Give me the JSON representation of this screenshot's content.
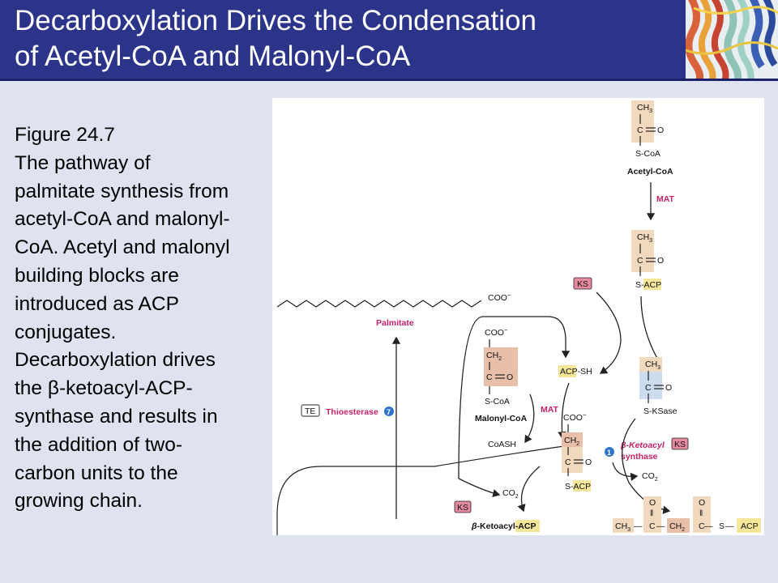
{
  "header": {
    "title_line1": "Decarboxylation Drives the Condensation",
    "title_line2": "of Acetyl-CoA and Malonyl-CoA"
  },
  "caption": {
    "lines": [
      "Figure 24.7",
      "The pathway of",
      "palmitate synthesis from",
      "acetyl-CoA and malonyl-",
      "CoA.  Acetyl and malonyl",
      "building blocks are",
      "introduced as ACP",
      "conjugates.",
      "Decarboxylation drives",
      "the β-ketoacyl-ACP-",
      "synthase and results in",
      "the addition of two-",
      "carbon units to the",
      "growing chain."
    ]
  },
  "diagram": {
    "acetyl_coa": {
      "ch3": "CH",
      "sub3": "3",
      "bar": "|",
      "co": "C",
      "eqo": "O",
      "s": "S-CoA",
      "name": "Acetyl-CoA"
    },
    "mat_top": "MAT",
    "acetyl_acp": {
      "ch3": "CH",
      "sub3": "3",
      "bar": "|",
      "co": "C",
      "eqo": "O",
      "s": "S-",
      "acp": "ACP"
    },
    "ks_top": "KS",
    "acetyl_ksase": {
      "ch3": "CH",
      "sub3": "3",
      "bar": "|",
      "co": "C",
      "eqo": "O",
      "s": "S-KSase"
    },
    "palmitate": {
      "coo": "COO",
      "minus": "−",
      "name": "Palmitate"
    },
    "malonyl_coa": {
      "coo": "COO",
      "minus": "−",
      "ch2": "CH",
      "sub2": "2",
      "bar": "|",
      "co": "C",
      "eqo": "O",
      "s": "S-CoA",
      "name": "Malonyl-CoA"
    },
    "acp_sh": {
      "acp": "ACP",
      "sh": "-SH"
    },
    "mat_mid": "MAT",
    "coash": "CoASH",
    "malonyl_acp": {
      "coo": "COO",
      "minus": "−",
      "ch2": "CH",
      "sub2": "2",
      "bar": "|",
      "co": "C",
      "eqo": "O",
      "s": "S-",
      "acp": "ACP"
    },
    "te": {
      "box": "TE",
      "name": "Thioesterase",
      "step": "7"
    },
    "ketoacyl_synthase": {
      "step": "1",
      "line1": "β-Ketoacyl",
      "line2": "synthase",
      "ks": "KS"
    },
    "co2_right": {
      "co": "CO",
      "sub": "2"
    },
    "co2_left": {
      "co": "CO",
      "sub": "2"
    },
    "ks_bottom": "KS",
    "ketoacyl_acp": {
      "beta": "β",
      "name": "-Ketoacyl-",
      "acp": "ACP"
    },
    "product": {
      "o1": "O",
      "o2": "O",
      "dbl": "‖",
      "ch3": "CH",
      "sub3": "3",
      "c1": "C",
      "ch2": "CH",
      "sub2": "2",
      "c2": "C",
      "s": "S",
      "acp": "ACP",
      "dash": "—"
    }
  },
  "colors": {
    "header_bg": "#2c3489",
    "slide_bg": "#dfe3ef",
    "tan_box": "#f0d9bd",
    "salmon_box": "#e8bfa8",
    "yellow_box": "#f5e69a",
    "blue_box": "#cddbee",
    "magenta_label": "#c8226a",
    "enzyme_box": "#e58aa0",
    "step_badge": "#2e74c9"
  }
}
